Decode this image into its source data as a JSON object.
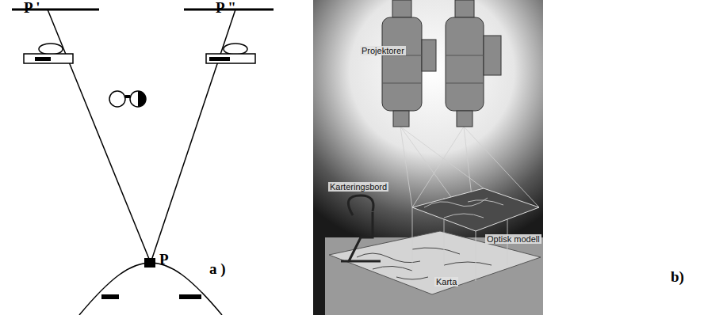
{
  "diagram": {
    "labels": [
      "P '",
      "P \"",
      "P",
      "a )",
      "Projektorer",
      "Karteringsbord",
      "Optisk modell",
      "Karta",
      "b)"
    ]
  }
}
